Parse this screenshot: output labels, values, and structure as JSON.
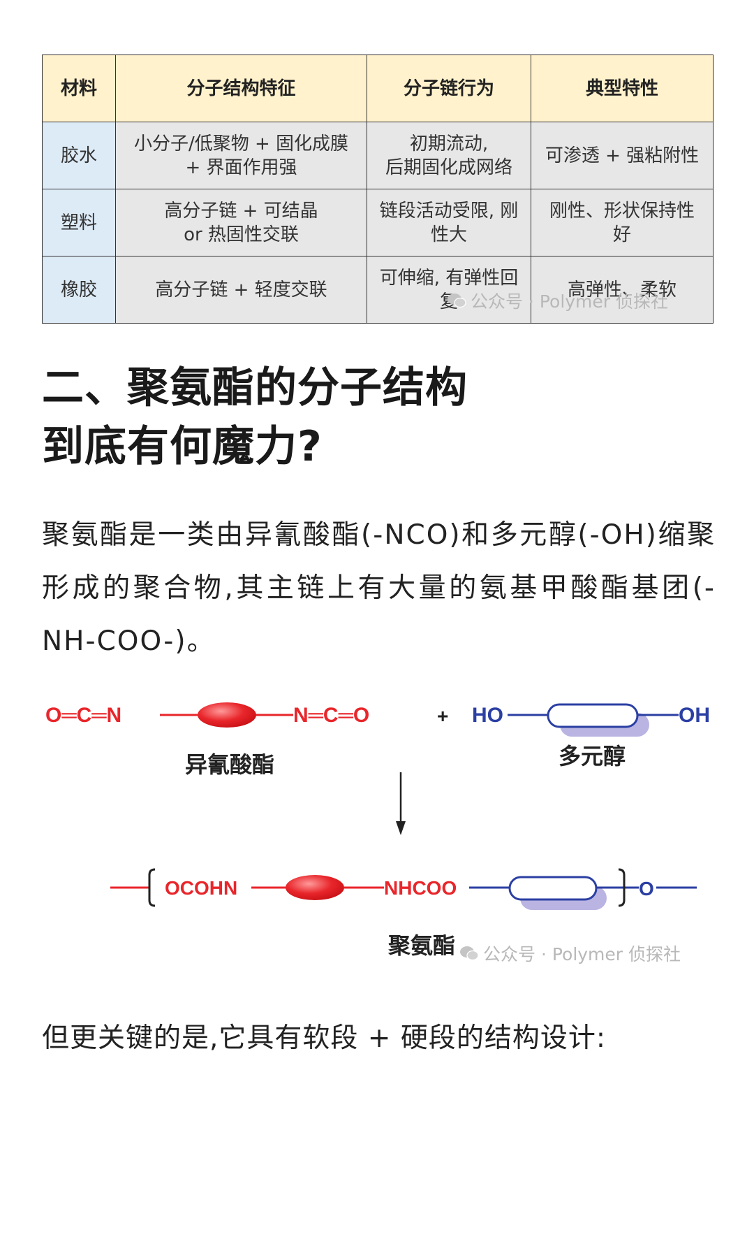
{
  "table": {
    "headers": [
      "材料",
      "分子结构特征",
      "分子链行为",
      "典型特性"
    ],
    "rows": [
      {
        "material": "胶水",
        "structure": [
          "小分子/低聚物 + 固化成膜",
          "+ 界面作用强"
        ],
        "behavior": [
          "初期流动,",
          "后期固化成网络"
        ],
        "typical": [
          "可渗透 + 强粘附性"
        ]
      },
      {
        "material": "塑料",
        "structure": [
          "高分子链 + 可结晶",
          "or 热固性交联"
        ],
        "behavior": [
          "链段活动受限, 刚",
          "性大"
        ],
        "typical": [
          "刚性、形状保持性",
          "好"
        ]
      },
      {
        "material": "橡胶",
        "structure": [
          "高分子链 + 轻度交联"
        ],
        "behavior": [
          "可伸缩, 有弹性回",
          "复"
        ],
        "typical": [
          "高弹性、柔软"
        ]
      }
    ]
  },
  "watermark": "公众号 · Polymer 侦探社",
  "heading": {
    "line1": "二、聚氨酯的分子结构",
    "line2": "到底有何魔力?"
  },
  "intro_paragraph": "聚氨酯是一类由异氰酸酯(-NCO)和多元醇(-OH)缩聚形成的聚合物,其主链上有大量的氨基甲酸酯基团(-NH-COO-)。",
  "diagram": {
    "isocyanate": {
      "left_group": "O═C═N",
      "right_group": "N═C═O",
      "label": "异氰酸酯"
    },
    "plus_sign": "+",
    "polyol": {
      "left_group": "HO",
      "right_group": "OH",
      "label": "多元醇"
    },
    "product": {
      "left_group": "OCOHN",
      "middle_group": "NHCOO",
      "end_group": "O",
      "label": "聚氨酯"
    },
    "colors": {
      "isocyanate_red": "#e8262b",
      "polyol_blue": "#2b3fa3",
      "shadow_lavender": "#b9b4e2",
      "ellipse_highlight": "#ff8a8a"
    }
  },
  "followup_paragraph": "但更关键的是,它具有软段 + 硬段的结构设计:"
}
